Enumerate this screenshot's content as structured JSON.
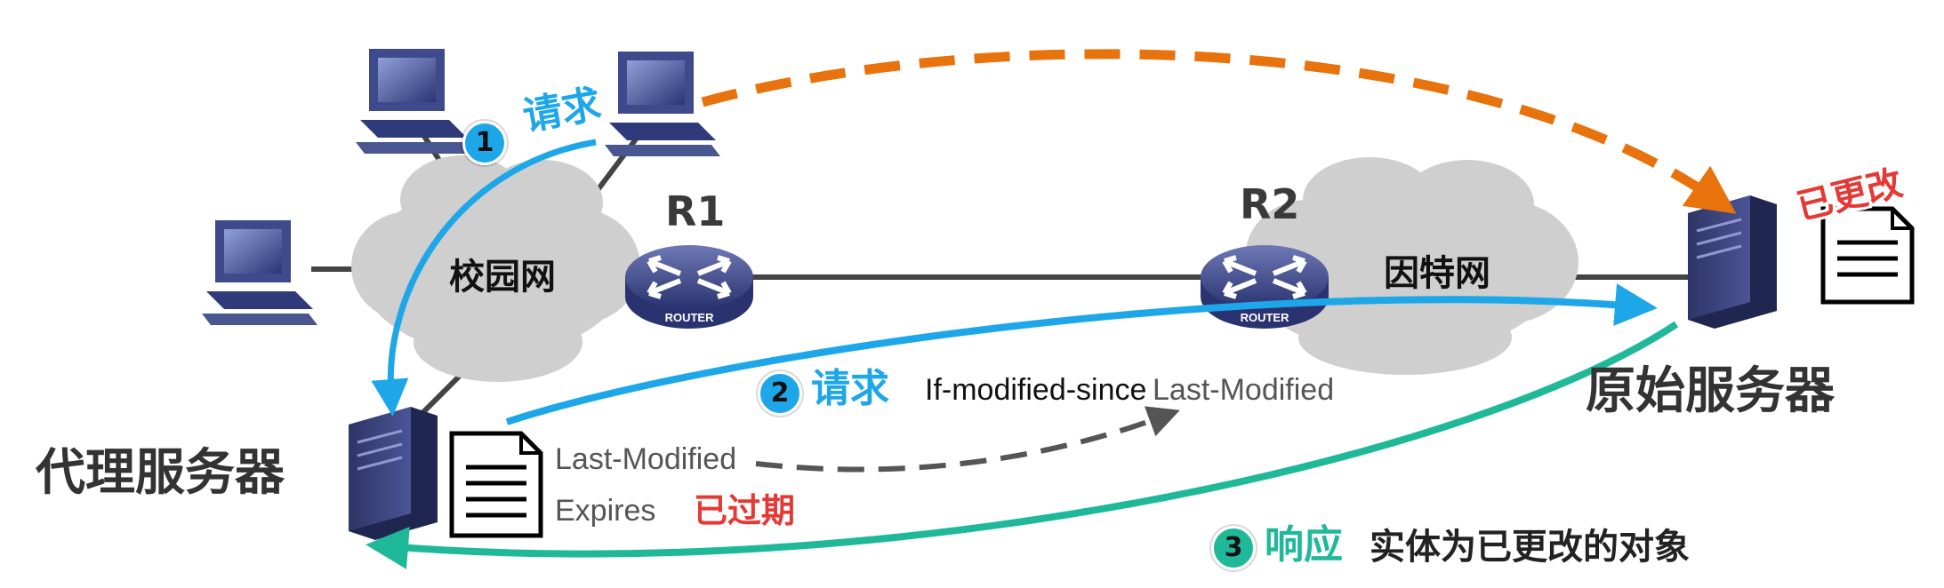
{
  "networks": {
    "campus": "校园网",
    "internet": "因特网"
  },
  "routers": {
    "r1_name": "R1",
    "r2_name": "R2",
    "icon_text": "ROUTER"
  },
  "servers": {
    "proxy": "代理服务器",
    "origin": "原始服务器"
  },
  "steps": {
    "step1": {
      "number": "1",
      "keyword": "请求"
    },
    "step2": {
      "number": "2",
      "keyword": "请求",
      "header": "If-modified-since",
      "value": "Last-Modified"
    },
    "step3": {
      "number": "3",
      "keyword": "响应",
      "note": "实体为已更改的对象"
    }
  },
  "proxy_doc": {
    "field1": "Last-Modified",
    "field2": "Expires",
    "expired_stamp": "已过期"
  },
  "origin_doc": {
    "changed_stamp": "已更改"
  },
  "colors": {
    "request_arrow": "#1ea7e8",
    "response_arrow": "#1fb99a",
    "direct_arrow": "#e8720c",
    "stamp_red": "#e53935"
  },
  "icons": [
    "computer-icon",
    "router-icon",
    "server-icon",
    "document-icon",
    "cloud-icon"
  ]
}
